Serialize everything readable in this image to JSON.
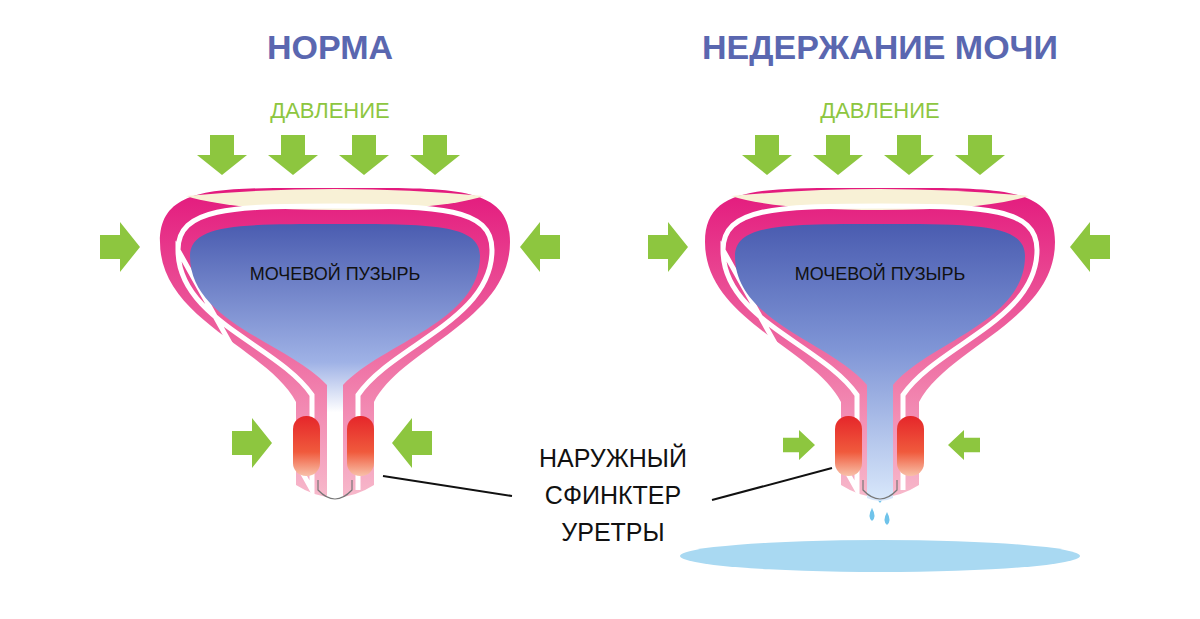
{
  "diagram": {
    "nodes": [
      {
        "text": [
          "МОЧЕВОЙ ПУЗЫРЬ"
        ]
      },
      {
        "text": [
          "МОЧЕВОЙ ПУЗЫРЬ"
        ]
      }
    ],
    "labels": [
      "НОРМА",
      "ДАВЛЕНИЕ",
      "НЕДЕРЖАНИЕ МОЧИ",
      "ДАВЛЕНИЕ",
      "НАРУЖНЫЙ СФИНКТЕР УРЕТРЫ"
    ]
  }
}
